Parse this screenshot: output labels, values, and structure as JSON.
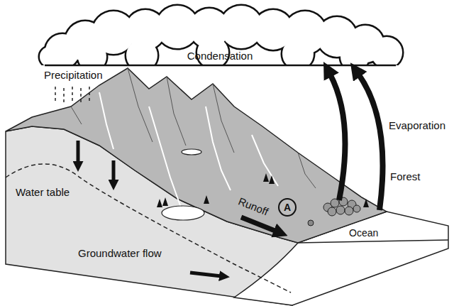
{
  "diagram": {
    "nodes": [
      {
        "text": [
          "A"
        ]
      }
    ],
    "labels": [
      "Condensation",
      "Precipitation",
      "Evaporation",
      "Forest",
      "Water table",
      "Runoff",
      "Ocean",
      "Groundwater flow"
    ]
  }
}
